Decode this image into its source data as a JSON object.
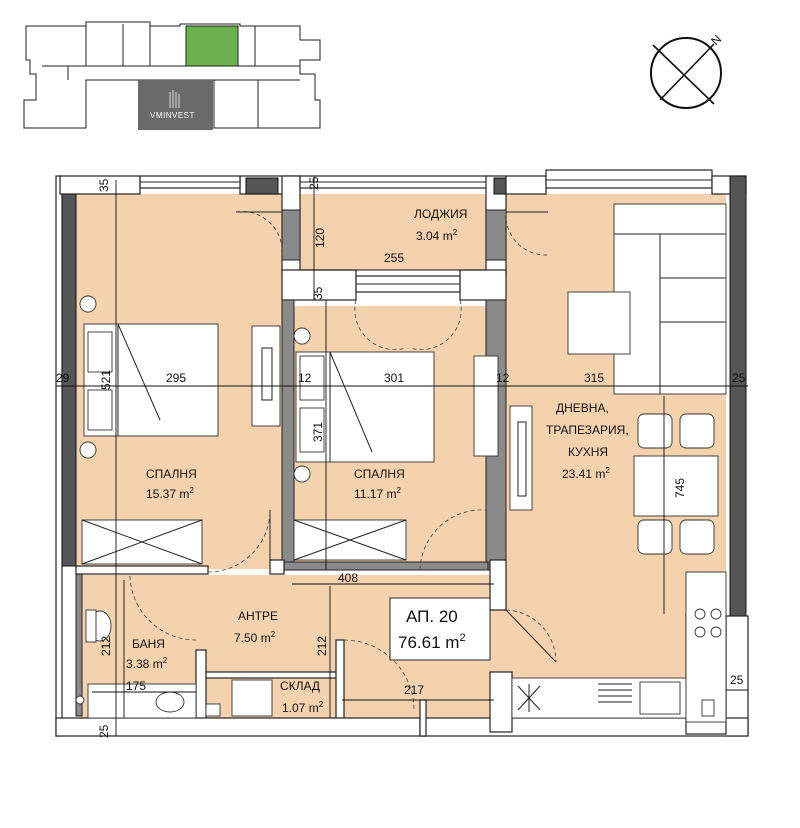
{
  "logo": {
    "text": "VMINVEST"
  },
  "compass": {
    "north_label": "N"
  },
  "apartment": {
    "title": "АП. 20",
    "total_area": "76.61 m",
    "area_unit_sup": "2"
  },
  "rooms": {
    "loggia": {
      "name": "ЛОДЖИЯ",
      "area": "3.04 m"
    },
    "bedroom1": {
      "name": "СПАЛНЯ",
      "area": "15.37 m"
    },
    "bedroom2": {
      "name": "СПАЛНЯ",
      "area": "11.17 m"
    },
    "living": {
      "name_line1": "ДНЕВНА,",
      "name_line2": "ТРАПЕЗАРИЯ,",
      "name_line3": "КУХНЯ",
      "area": "23.41 m"
    },
    "hall": {
      "name": "АНТРЕ",
      "area": "7.50 m"
    },
    "bath": {
      "name": "БАНЯ",
      "area": "3.38 m"
    },
    "storage": {
      "name": "СКЛАД",
      "area": "1.07 m"
    }
  },
  "dimensions": {
    "d35a": "35",
    "d25a": "25",
    "d120": "120",
    "d255": "255",
    "d35b": "35",
    "d29a": "29",
    "d521": "521",
    "d295": "295",
    "d12a": "12",
    "d301": "301",
    "d12b": "12",
    "d315": "315",
    "d25b": "25",
    "d371": "371",
    "d745": "745",
    "d408": "408",
    "d212a": "212",
    "d212b": "212",
    "d175": "175",
    "d217": "217",
    "d25c": "25",
    "d25d": "25"
  }
}
